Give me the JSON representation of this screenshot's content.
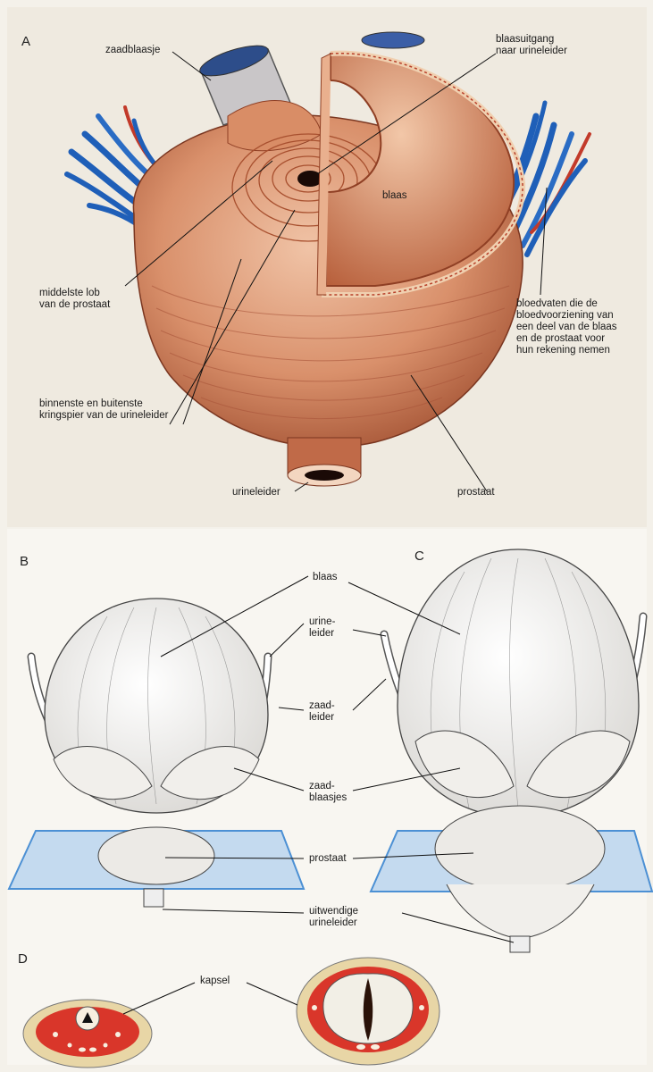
{
  "panels": {
    "a": "A",
    "b": "B",
    "c": "C",
    "d": "D"
  },
  "labels": {
    "zaadblaasje": "zaadblaasje",
    "blaasuitgang": "blaasuitgang\nnaar urineleider",
    "blaas_a": "blaas",
    "middelste_lob": "middelste lob\nvan de prostaat",
    "bloedvaten": "bloedvaten die de\nbloedvoorziening van\neen deel van de blaas\nen de prostaat voor\nhun rekening nemen",
    "kringspier": "binnenste en buitenste\nkringspier van de urineleider",
    "urineleider_a": "urineleider",
    "prostaat_a": "prostaat",
    "blaas_bc": "blaas",
    "urineleider_bc": "urine-\nleider",
    "zaadleider": "zaad-\nleider",
    "zaadblaasjes": "zaad-\nblaasjes",
    "prostaat_bc": "prostaat",
    "uitwendige": "uitwendige\nurineleider",
    "kapsel": "kapsel"
  },
  "colors": {
    "tissue": "#c9734f",
    "tissue_dark": "#8f3f24",
    "vessel_blue": "#1f5fb8",
    "vessel_red": "#c23a2a",
    "plane_blue": "#bcd6ef",
    "plane_edge": "#2f7fd0",
    "section_red": "#d9362a",
    "capsule": "#e8d6a6"
  }
}
